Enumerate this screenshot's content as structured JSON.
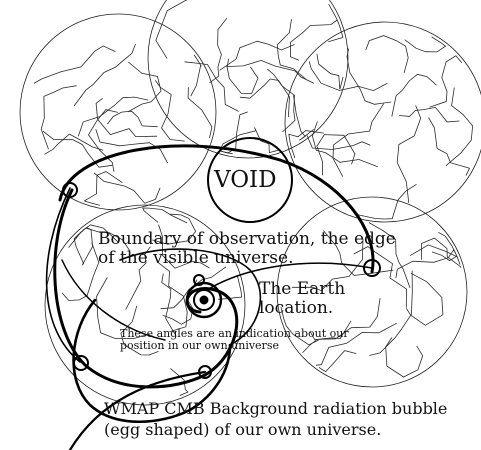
{
  "labels": {
    "void": "VOID",
    "boundary_line1": "Boundary of observation, the edge",
    "boundary_line2": "of the visible universe.",
    "earth_line1": "The Earth",
    "earth_line2": "location.",
    "angles_line1": "These angles are an indication about our",
    "angles_line2": "position in our own universe",
    "wmap_line1": "WMAP CMB Background radiation bubble",
    "wmap_line2": "(egg shaped) of our own universe."
  },
  "colors": {
    "ink": "#111111",
    "background": "#ffffff"
  }
}
